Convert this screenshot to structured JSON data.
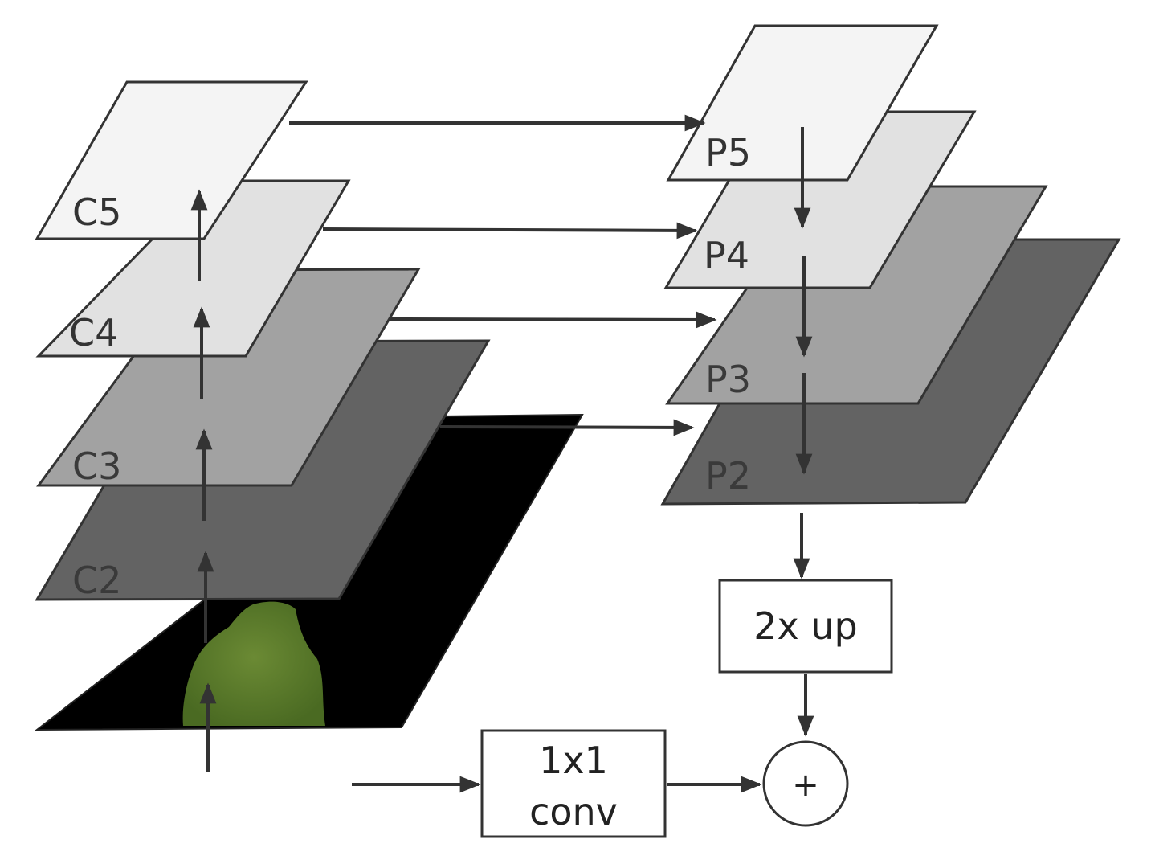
{
  "backbone": {
    "labels": [
      "C5",
      "C4",
      "C3",
      "C2"
    ]
  },
  "pyramid": {
    "labels": [
      "P5",
      "P4",
      "P3",
      "P2"
    ]
  },
  "blocks": {
    "upsample": "2x up",
    "conv_line1": "1x1",
    "conv_line2": "conv",
    "add": "+"
  },
  "colors": {
    "c5": "#f4f4f4",
    "c4": "#e1e1e1",
    "c3": "#a2a2a2",
    "c2": "#636363",
    "input": "#000000",
    "leaf": "#5a7a2a",
    "arrow": "#333333"
  }
}
